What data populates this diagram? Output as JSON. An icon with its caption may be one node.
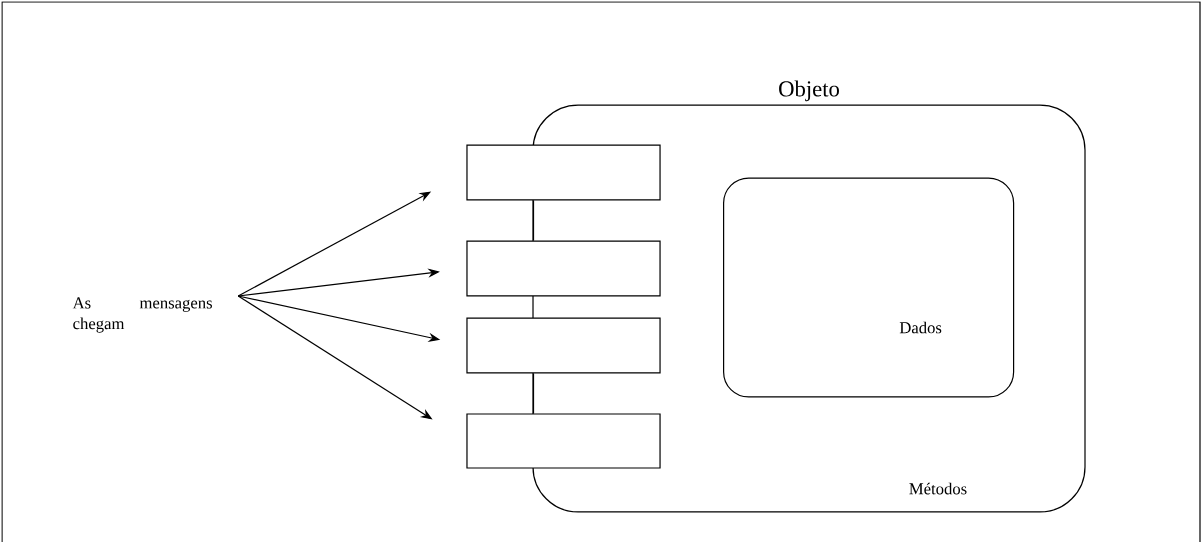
{
  "diagram": {
    "nodes": [
      {
        "text": [
          "Objeto",
          "Métodos"
        ]
      },
      {
        "text": [
          "Dados"
        ],
        "in": 0
      },
      {
        "text": [],
        "shape": "box"
      },
      {
        "text": [],
        "shape": "box"
      },
      {
        "text": [],
        "shape": "box"
      },
      {
        "text": [],
        "shape": "box"
      },
      {
        "text": [
          "As mensagens chegam"
        ]
      }
    ],
    "edges": [
      {
        "from": 6,
        "to": 2,
        "arrow": "to"
      },
      {
        "from": 6,
        "to": 3,
        "arrow": "to"
      },
      {
        "from": 6,
        "to": 4,
        "arrow": "to"
      },
      {
        "from": 6,
        "to": 5,
        "arrow": "to"
      },
      {
        "from": 2,
        "to": 3,
        "arrow": "none"
      },
      {
        "from": 4,
        "to": 5,
        "arrow": "none"
      }
    ]
  }
}
